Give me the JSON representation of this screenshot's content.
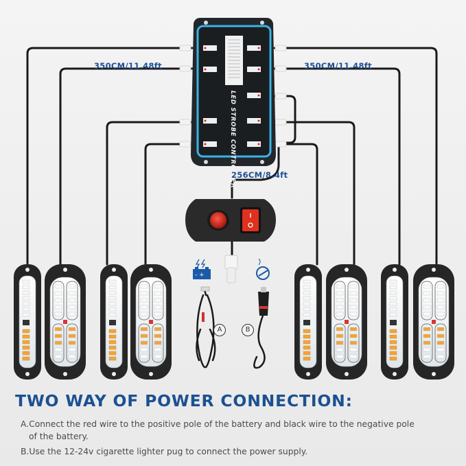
{
  "lengths": {
    "left": "350CM/11.48ft",
    "right": "350CM/11.48ft",
    "switch": "256CM/8.4ft"
  },
  "controller": {
    "title": "LED STROBE CONTROLLER"
  },
  "power_badges": {
    "a": "A",
    "b": "B"
  },
  "heading": "TWO WAY OF POWER CONNECTION:",
  "instructions": {
    "a_line1": "A.Connect the red wire to the positive pole of the battery and black wire to the negative pole",
    "a_line2": "of the battery.",
    "b_line1": "B.Use the 12-24v cigarette lighter pug to connect the power supply."
  },
  "colors": {
    "heading_blue": "#1b5191",
    "controller_body": "#23272b",
    "controller_border": "#3ab4e6",
    "switch_red": "#e0301e",
    "led_amber": "#f2a43a",
    "cable": "#1a1a1a"
  },
  "icons": {
    "battery": "battery-icon",
    "cigarette_lighter": "cigarette-lighter-icon"
  }
}
